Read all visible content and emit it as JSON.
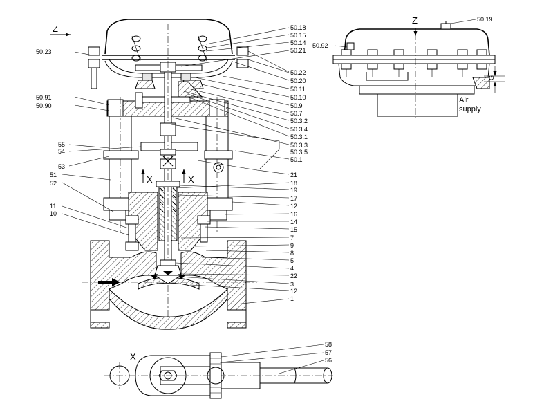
{
  "view_marks": {
    "z_main": "Z",
    "z_top": "Z",
    "x_left": "X",
    "x_right": "X",
    "x_bottom": "X",
    "g_dim": "G"
  },
  "air_supply": [
    "Air",
    "supply"
  ],
  "labels_right": [
    "50.18",
    "50.15",
    "50.14",
    "50.21",
    "50.22",
    "50.20",
    "50.11",
    "50.10",
    "50.9",
    "50.7",
    "50.3.2",
    "50.3.4",
    "50.3.1",
    "50.3.3",
    "50.3.5",
    "50.1",
    "21",
    "18",
    "19",
    "17",
    "12",
    "16",
    "14",
    "15",
    "7",
    "9",
    "8",
    "5",
    "4",
    "22",
    "3",
    "12",
    "1"
  ],
  "labels_left": [
    "50.23",
    "50.91",
    "50.90",
    "55",
    "54",
    "53",
    "51",
    "52",
    "11",
    "10"
  ],
  "labels_top": [
    "50.19",
    "50.92"
  ],
  "labels_bottom": [
    "58",
    "57",
    "56"
  ]
}
